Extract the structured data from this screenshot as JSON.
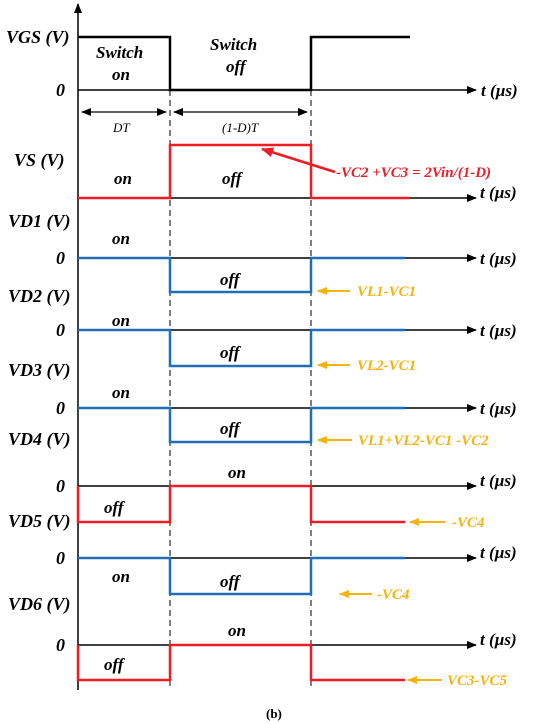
{
  "colors": {
    "red": "#ee1c25",
    "blue": "#1f6fb6",
    "orange": "#f7b20e",
    "black": "#000000"
  },
  "top_plot": {
    "y_label": "VGS (V)",
    "zero": "0",
    "switch_on_line1": "Switch",
    "switch_on_line2": "on",
    "switch_off_line1": "Switch",
    "switch_off_line2": "off"
  },
  "axis_label": "t (µs)",
  "intervals": {
    "on": "DT",
    "off": "(1-D)T"
  },
  "plots": [
    {
      "id": "vs",
      "y_label": "VS (V)",
      "on_state": "on",
      "off_state": "off",
      "annotation": "-VC2 +VC3 = 2Vin/(1-D)"
    },
    {
      "id": "vd1",
      "y_label": "VD1 (V)",
      "zero": "0",
      "on_state": "on",
      "off_state": "off",
      "annotation": "VL1-VC1"
    },
    {
      "id": "vd2",
      "y_label": "VD2 (V)",
      "zero": "0",
      "on_state": "on",
      "off_state": "off",
      "annotation": "VL2-VC1"
    },
    {
      "id": "vd3",
      "y_label": "VD3 (V)",
      "zero": "0",
      "on_state": "on",
      "off_state": "off",
      "annotation": "VL1+VL2-VC1 -VC2"
    },
    {
      "id": "vd4",
      "y_label": "VD4 (V)",
      "zero": "0",
      "on_state": "on",
      "off_state": "off",
      "annotation": "-VC4"
    },
    {
      "id": "vd5",
      "y_label": "VD5 (V)",
      "zero": "0",
      "on_state": "on",
      "off_state": "off",
      "annotation": "-VC4"
    },
    {
      "id": "vd6",
      "y_label": "VD6 (V)",
      "zero": "0",
      "on_state": "on",
      "off_state": "off",
      "annotation": "VC3-VC5"
    }
  ],
  "caption": "(b)"
}
